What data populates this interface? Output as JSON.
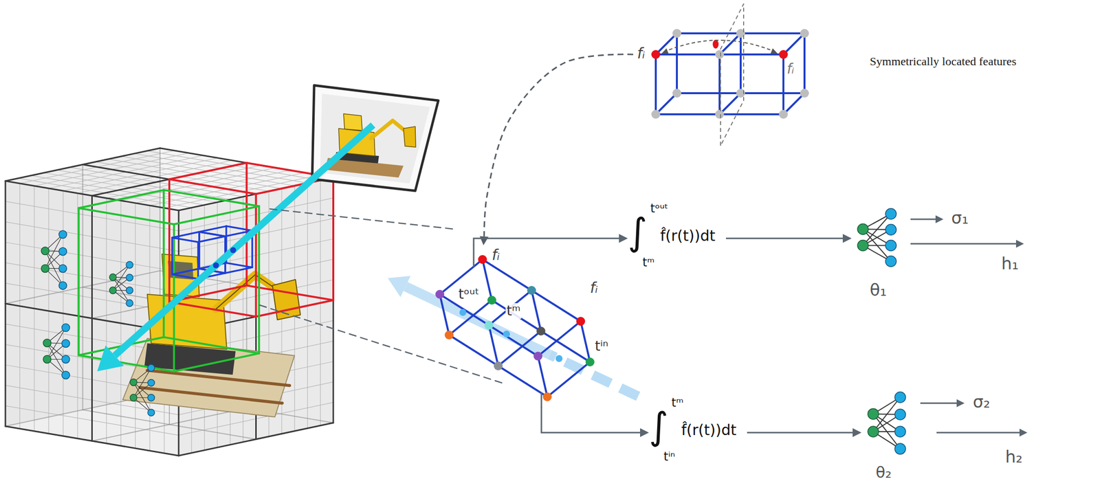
{
  "diagram": {
    "nodes": [
      {
        "text": [
          "fᵢ",
          "fᵢ"
        ]
      },
      {
        "text": [
          "fᵢ",
          "tᵒᵘᵗ",
          "tᵐ",
          "tⁱⁿ",
          "fᵢ"
        ]
      },
      {
        "text": [
          "∫",
          "tᵒᵘᵗ",
          "tᵐ",
          "f̂(r(t))dt"
        ]
      },
      {
        "text": [
          "θ₁"
        ]
      },
      {
        "text": [
          "∫",
          "tᵐ",
          "tⁱⁿ",
          "f̂(r(t))dt"
        ]
      },
      {
        "text": [
          "θ₂"
        ]
      }
    ],
    "edges": [
      {
        "from": 0,
        "to": 1,
        "arrow": "to"
      },
      {
        "from": 1,
        "to": 2,
        "arrow": "to"
      },
      {
        "from": 2,
        "to": 3,
        "arrow": "to"
      },
      {
        "from": 1,
        "to": 4,
        "arrow": "to"
      },
      {
        "from": 4,
        "to": 5,
        "arrow": "to"
      }
    ],
    "labels": [
      "Symmetrically located features",
      "σ₁",
      "h₁",
      "σ₂",
      "h₂"
    ]
  }
}
